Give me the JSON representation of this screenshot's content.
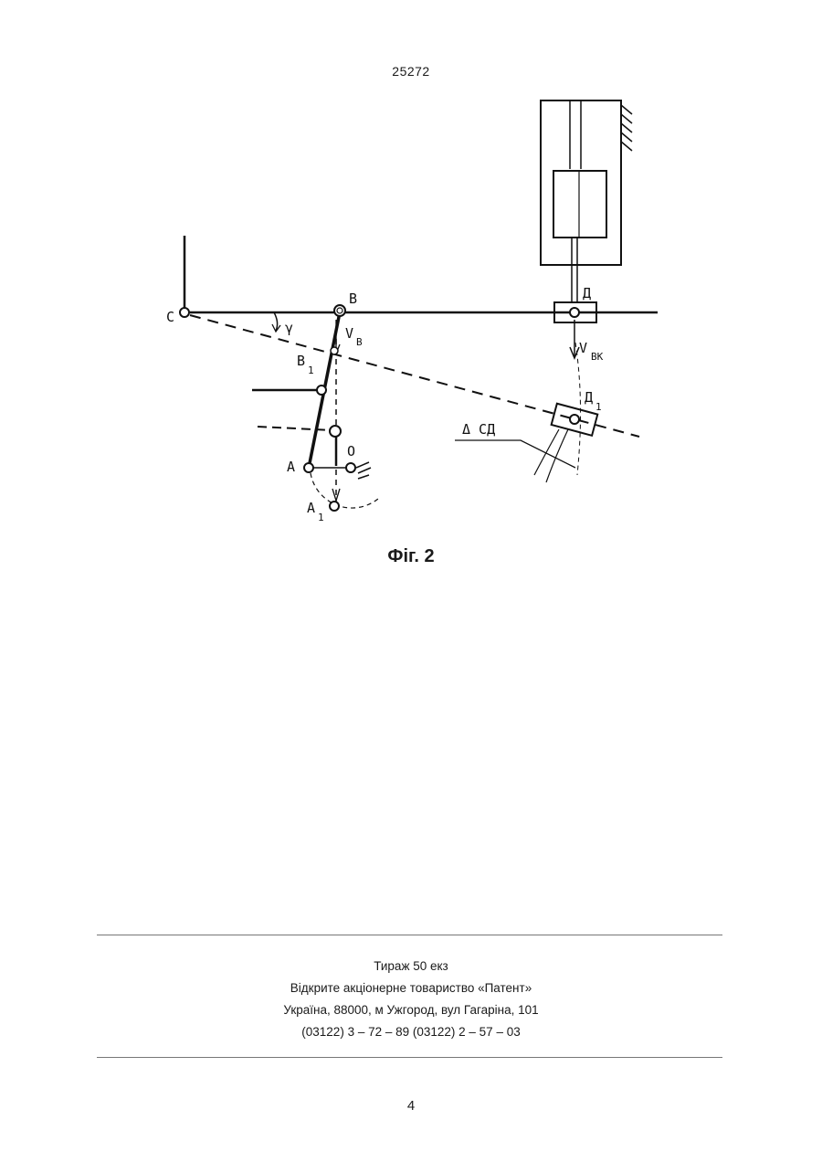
{
  "header": {
    "patent_number": "25272"
  },
  "figure": {
    "caption": "Фіг. 2",
    "labels": {
      "C": "C",
      "B": "B",
      "B1": "B",
      "B1_sub": "1",
      "A": "A",
      "A1": "A",
      "A1_sub": "1",
      "O": "O",
      "D": "Д",
      "D1": "Д",
      "D1_sub": "1",
      "gamma": "γ",
      "VB": "V",
      "VB_sub": "B",
      "Vvk": "V",
      "Vvk_sub": "ВК",
      "delta_SD": "Δ СД"
    }
  },
  "imprint": {
    "line1": "Тираж 50 екз",
    "line2": "Відкрите акціонерне товариство «Патент»",
    "line3": "Україна, 88000, м  Ужгород, вул  Гагаріна, 101",
    "line4": "(03122) 3 – 72 – 89   (03122) 2 – 57 – 03"
  },
  "footer": {
    "page_number": "4"
  }
}
